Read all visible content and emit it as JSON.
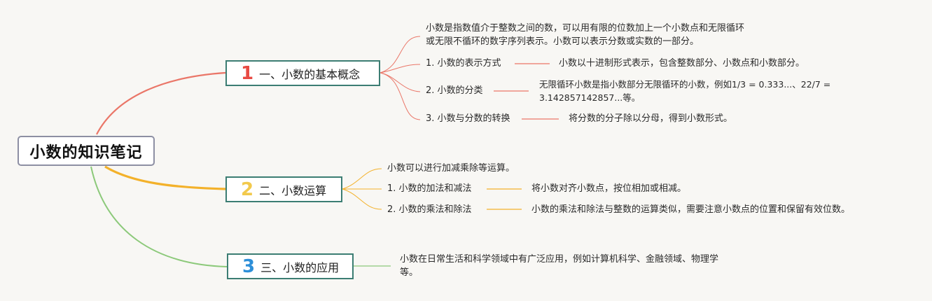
{
  "root": {
    "title": "小数的知识笔记"
  },
  "branches": [
    {
      "num": "1",
      "num_color": "#e84a43",
      "line_color": "#ea7668",
      "title": "一、小数的基本概念",
      "intro": [
        "小数是指数值介于整数之间的数，可以用有限的位数加上一个小数点和无限循环",
        "或无限不循环的数字序列表示。小数可以表示分数或实数的一部分。"
      ],
      "items": [
        {
          "label": "1. 小数的表示方式",
          "desc": [
            "小数以十进制形式表示，包含整数部分、小数点和小数部分。"
          ]
        },
        {
          "label": "2. 小数的分类",
          "desc": [
            "无限循环小数是指小数部分无限循环的小数，例如1/3 = 0.333...、22/7 =",
            "3.142857142857...等。"
          ]
        },
        {
          "label": "3. 小数与分数的转换",
          "desc": [
            "将分数的分子除以分母，得到小数形式。"
          ]
        }
      ]
    },
    {
      "num": "2",
      "num_color": "#f2c94c",
      "line_color": "#f3b12a",
      "title": "二、小数运算",
      "intro": [
        "小数可以进行加减乘除等运算。"
      ],
      "items": [
        {
          "label": "1. 小数的加法和减法",
          "desc": [
            "将小数对齐小数点，按位相加或相减。"
          ]
        },
        {
          "label": "2. 小数的乘法和除法",
          "desc": [
            "小数的乘法和除法与整数的运算类似，需要注意小数点的位置和保留有效位数。"
          ]
        }
      ]
    },
    {
      "num": "3",
      "num_color": "#2d8fd8",
      "line_color": "#8cc97a",
      "title": "三、小数的应用",
      "intro": [
        "小数在日常生活和科学领域中有广泛应用，例如计算机科学、金融领域、物理学",
        "等。"
      ],
      "items": []
    }
  ]
}
